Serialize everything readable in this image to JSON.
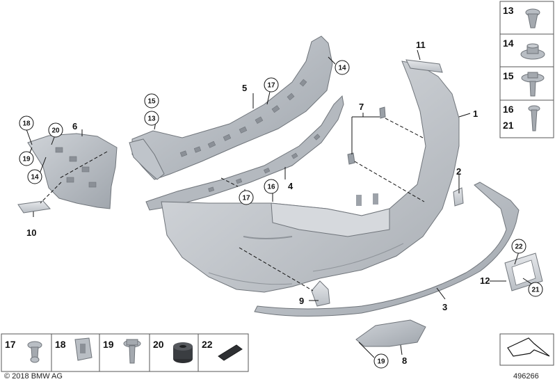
{
  "callouts": {
    "c1": "1",
    "c2": "2",
    "c3": "3",
    "c4": "4",
    "c5": "5",
    "c6": "6",
    "c7": "7",
    "c8": "8",
    "c9": "9",
    "c10": "10",
    "c11": "11",
    "c12": "12",
    "c13": "13",
    "c15": "15",
    "c16": "16",
    "c14a": "14",
    "c14b": "14",
    "c17a": "17",
    "c17b": "17",
    "c18": "18",
    "c19a": "19",
    "c19b": "19",
    "c20": "20",
    "c21": "21",
    "c22": "22"
  },
  "side_panel": {
    "p13": "13",
    "p14": "14",
    "p15": "15",
    "p16": "16",
    "p21": "21"
  },
  "bottom_panel": {
    "p17": "17",
    "p18": "18",
    "p19": "19",
    "p20": "20",
    "p22": "22"
  },
  "footer": {
    "copyright": "© 2018 BMW AG",
    "diagram_id": "496266"
  }
}
